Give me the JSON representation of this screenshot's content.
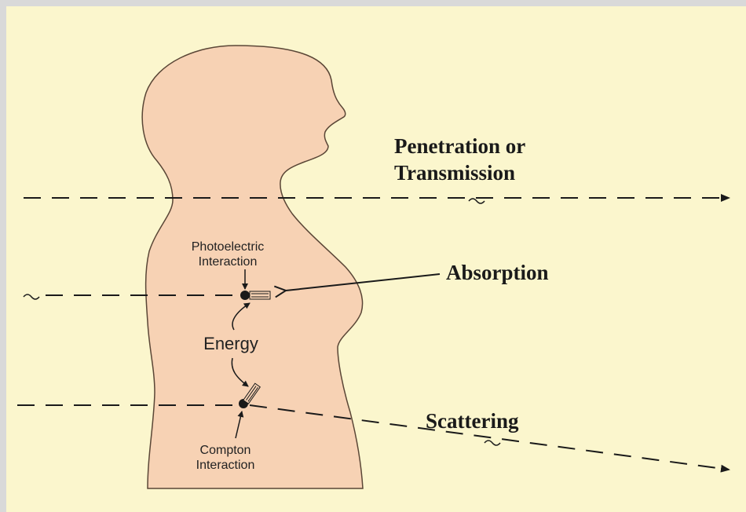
{
  "colors": {
    "outer": "#d9d9d9",
    "panel": "#fbf6cd",
    "body_fill": "#f7d2b4",
    "body_stroke": "#5a4636",
    "ink": "#1a1a1a"
  },
  "labels": {
    "penetration_line1": "Penetration or",
    "penetration_line2": "Transmission",
    "absorption": "Absorption",
    "scattering": "Scattering",
    "photoelectric_line1": "Photoelectric",
    "photoelectric_line2": "Interaction",
    "energy": "Energy",
    "compton_line1": "Compton",
    "compton_line2": "Interaction"
  }
}
